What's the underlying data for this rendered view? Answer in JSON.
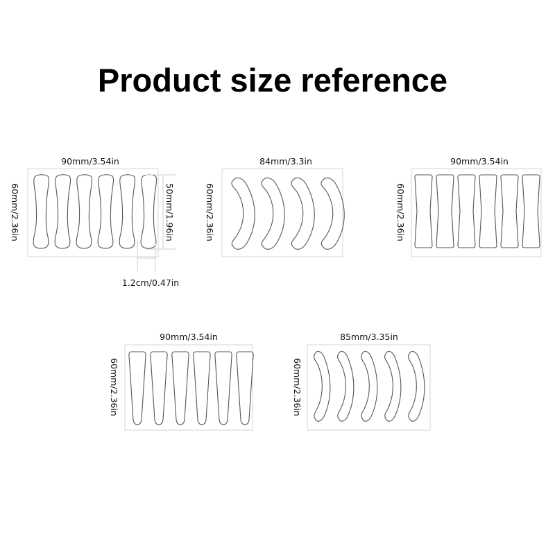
{
  "title": "Product size reference",
  "panels": [
    {
      "width_label": "90mm/3.54in",
      "height_label": "60mm/2.36in",
      "strip_height_label": "50mm/1.96in",
      "strip_width_label": "1.2cm/0.47in",
      "strip_count": 6,
      "shape": "bone"
    },
    {
      "width_label": "84mm/3.3in",
      "height_label": "60mm/2.36in",
      "strip_count": 4,
      "shape": "crescent"
    },
    {
      "width_label": "90mm/3.54in",
      "height_label": "60mm/2.36in",
      "strip_count": 6,
      "shape": "pinched-rectangle"
    },
    {
      "width_label": "90mm/3.54in",
      "height_label": "60mm/2.36in",
      "strip_count": 6,
      "shape": "tapered"
    },
    {
      "width_label": "85mm/3.35in",
      "height_label": "60mm/2.36in",
      "strip_count": 5,
      "shape": "crescent"
    }
  ]
}
